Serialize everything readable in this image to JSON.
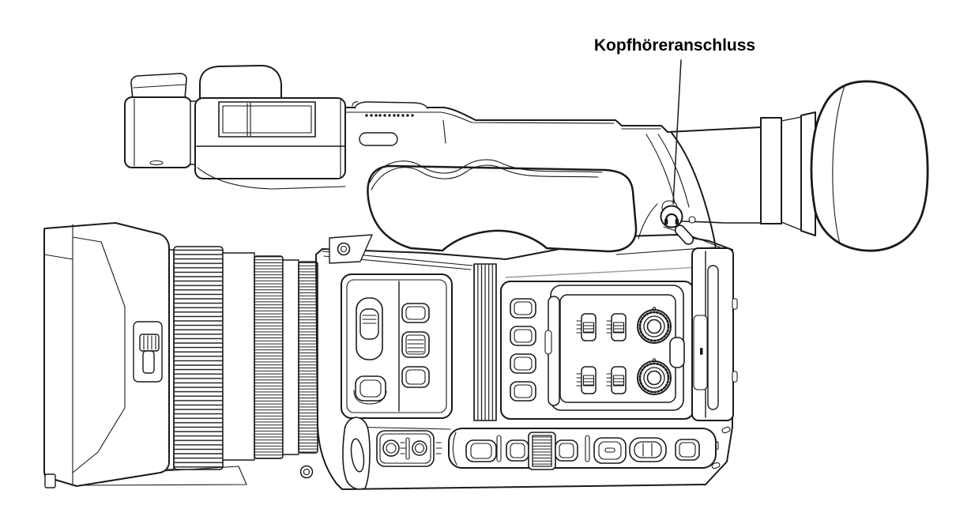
{
  "colors": {
    "line": "#1a1a1a",
    "muted_line": "#9a9a9a",
    "background": "#ffffff",
    "label_text": "#000000"
  },
  "figure": {
    "kind": "technical-line-illustration",
    "subject": "camcorder-side-view",
    "callout": {
      "label": "Kopfhöreranschluss",
      "target": "headphone-jack",
      "icon": "headphones-icon"
    }
  }
}
